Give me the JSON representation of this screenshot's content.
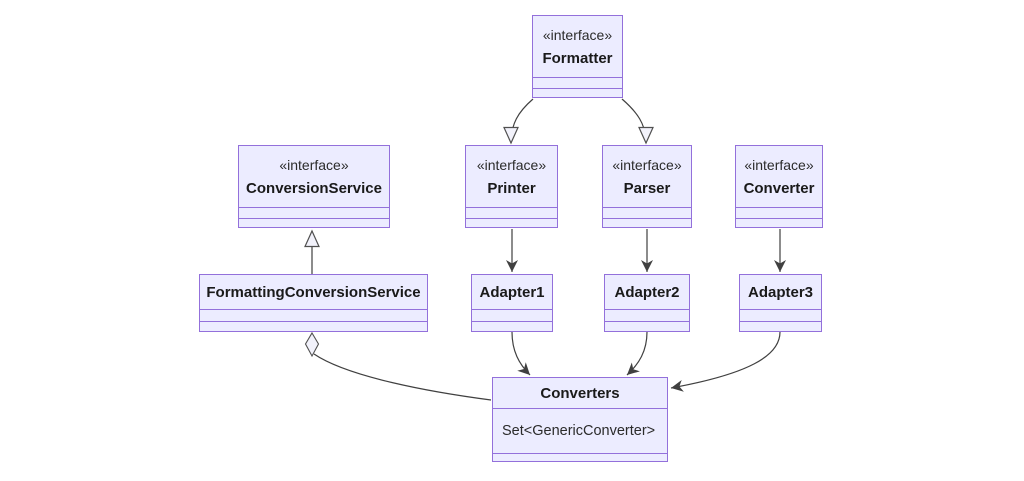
{
  "diagram": {
    "kind": "uml-class-diagram",
    "background": "#ffffff",
    "colors": {
      "node_fill": "#ECECFF",
      "node_border": "#9370DB",
      "edge_stroke": "#404040",
      "hollow_arrow_fill": "#f2f2fb",
      "text": "#2b2b2b"
    }
  },
  "nodes": {
    "formatter": {
      "stereotype": "«interface»",
      "name": "Formatter"
    },
    "conversion_service": {
      "stereotype": "«interface»",
      "name": "ConversionService"
    },
    "printer": {
      "stereotype": "«interface»",
      "name": "Printer"
    },
    "parser": {
      "stereotype": "«interface»",
      "name": "Parser"
    },
    "converter": {
      "stereotype": "«interface»",
      "name": "Converter"
    },
    "formatting_conversion_service": {
      "name": "FormattingConversionService"
    },
    "adapter1": {
      "name": "Adapter1"
    },
    "adapter2": {
      "name": "Adapter2"
    },
    "adapter3": {
      "name": "Adapter3"
    },
    "converters": {
      "name": "Converters",
      "attribute": "Set<GenericConverter>"
    }
  },
  "edges": [
    {
      "from": "Formatter",
      "to": "Printer",
      "type": "inheritance-hollow-triangle"
    },
    {
      "from": "Formatter",
      "to": "Parser",
      "type": "inheritance-hollow-triangle"
    },
    {
      "from": "FormattingConversionService",
      "to": "ConversionService",
      "type": "realization-hollow-triangle"
    },
    {
      "from": "Printer",
      "to": "Adapter1",
      "type": "arrow"
    },
    {
      "from": "Parser",
      "to": "Adapter2",
      "type": "arrow"
    },
    {
      "from": "Converter",
      "to": "Adapter3",
      "type": "arrow"
    },
    {
      "from": "Adapter1",
      "to": "Converters",
      "type": "arrow"
    },
    {
      "from": "Adapter2",
      "to": "Converters",
      "type": "arrow"
    },
    {
      "from": "Adapter3",
      "to": "Converters",
      "type": "arrow"
    },
    {
      "from": "FormattingConversionService",
      "to": "Converters",
      "type": "aggregation-open-diamond"
    }
  ]
}
